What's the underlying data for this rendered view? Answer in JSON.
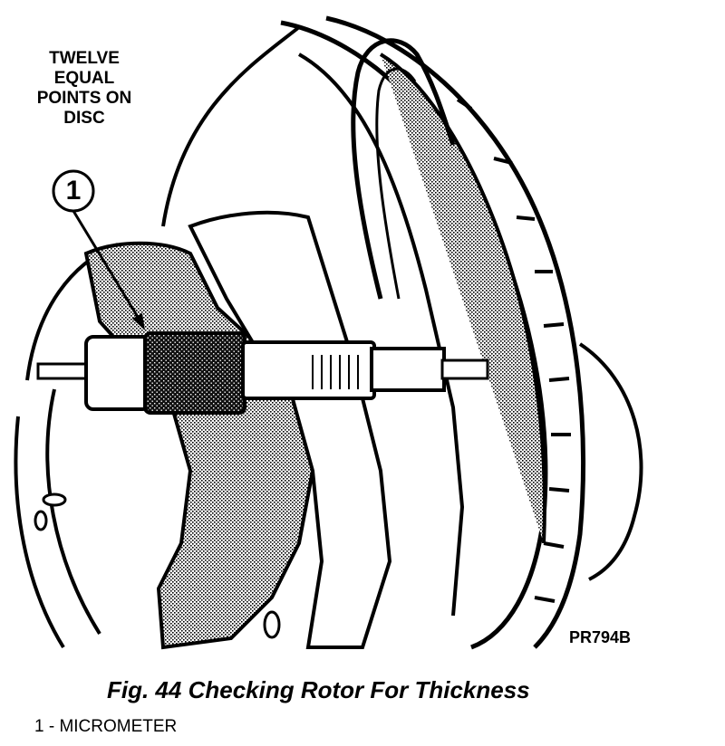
{
  "callout": {
    "lines": [
      "TWELVE",
      "EQUAL",
      "POINTS ON",
      "DISC"
    ]
  },
  "marker": {
    "number": "1"
  },
  "figure_code": "PR794B",
  "caption": "Fig. 44 Checking Rotor For Thickness",
  "legend": {
    "item_1": "1 - MICROMETER"
  }
}
